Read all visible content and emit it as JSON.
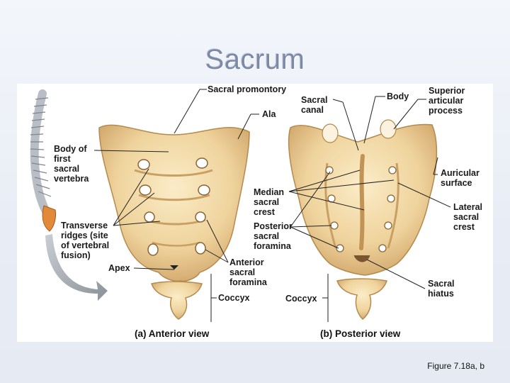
{
  "slide": {
    "title": "Sacrum",
    "caption": "Figure 7.18a, b"
  },
  "labels": {
    "sacral_promontory": "Sacral promontory",
    "ala": "Ala",
    "body_of_first_sacral_vertebra": "Body of\nfirst\nsacral\nvertebra",
    "transverse_ridges": "Transverse\nridges (site\nof vertebral\nfusion)",
    "apex": "Apex",
    "anterior_sacral_foramina": "Anterior\nsacral\nforamina",
    "coccyx_anterior": "Coccyx",
    "sacral_canal": "Sacral\ncanal",
    "body": "Body",
    "superior_articular_process": "Superior\narticular\nprocess",
    "auricular_surface": "Auricular\nsurface",
    "median_sacral_crest": "Median\nsacral\ncrest",
    "posterior_sacral_foramina": "Posterior\nsacral\nforamina",
    "lateral_sacral_crest": "Lateral\nsacral\ncrest",
    "coccyx_posterior": "Coccyx",
    "sacral_hiatus": "Sacral\nhiatus"
  },
  "views": {
    "anterior": "(a) Anterior view",
    "posterior": "(b) Posterior view"
  },
  "colors": {
    "bone": "#f1d9a6",
    "bone_shadow": "#c9a064",
    "foramen": "#ffffff",
    "arrow": "#8f959c",
    "leader": "#222222"
  }
}
